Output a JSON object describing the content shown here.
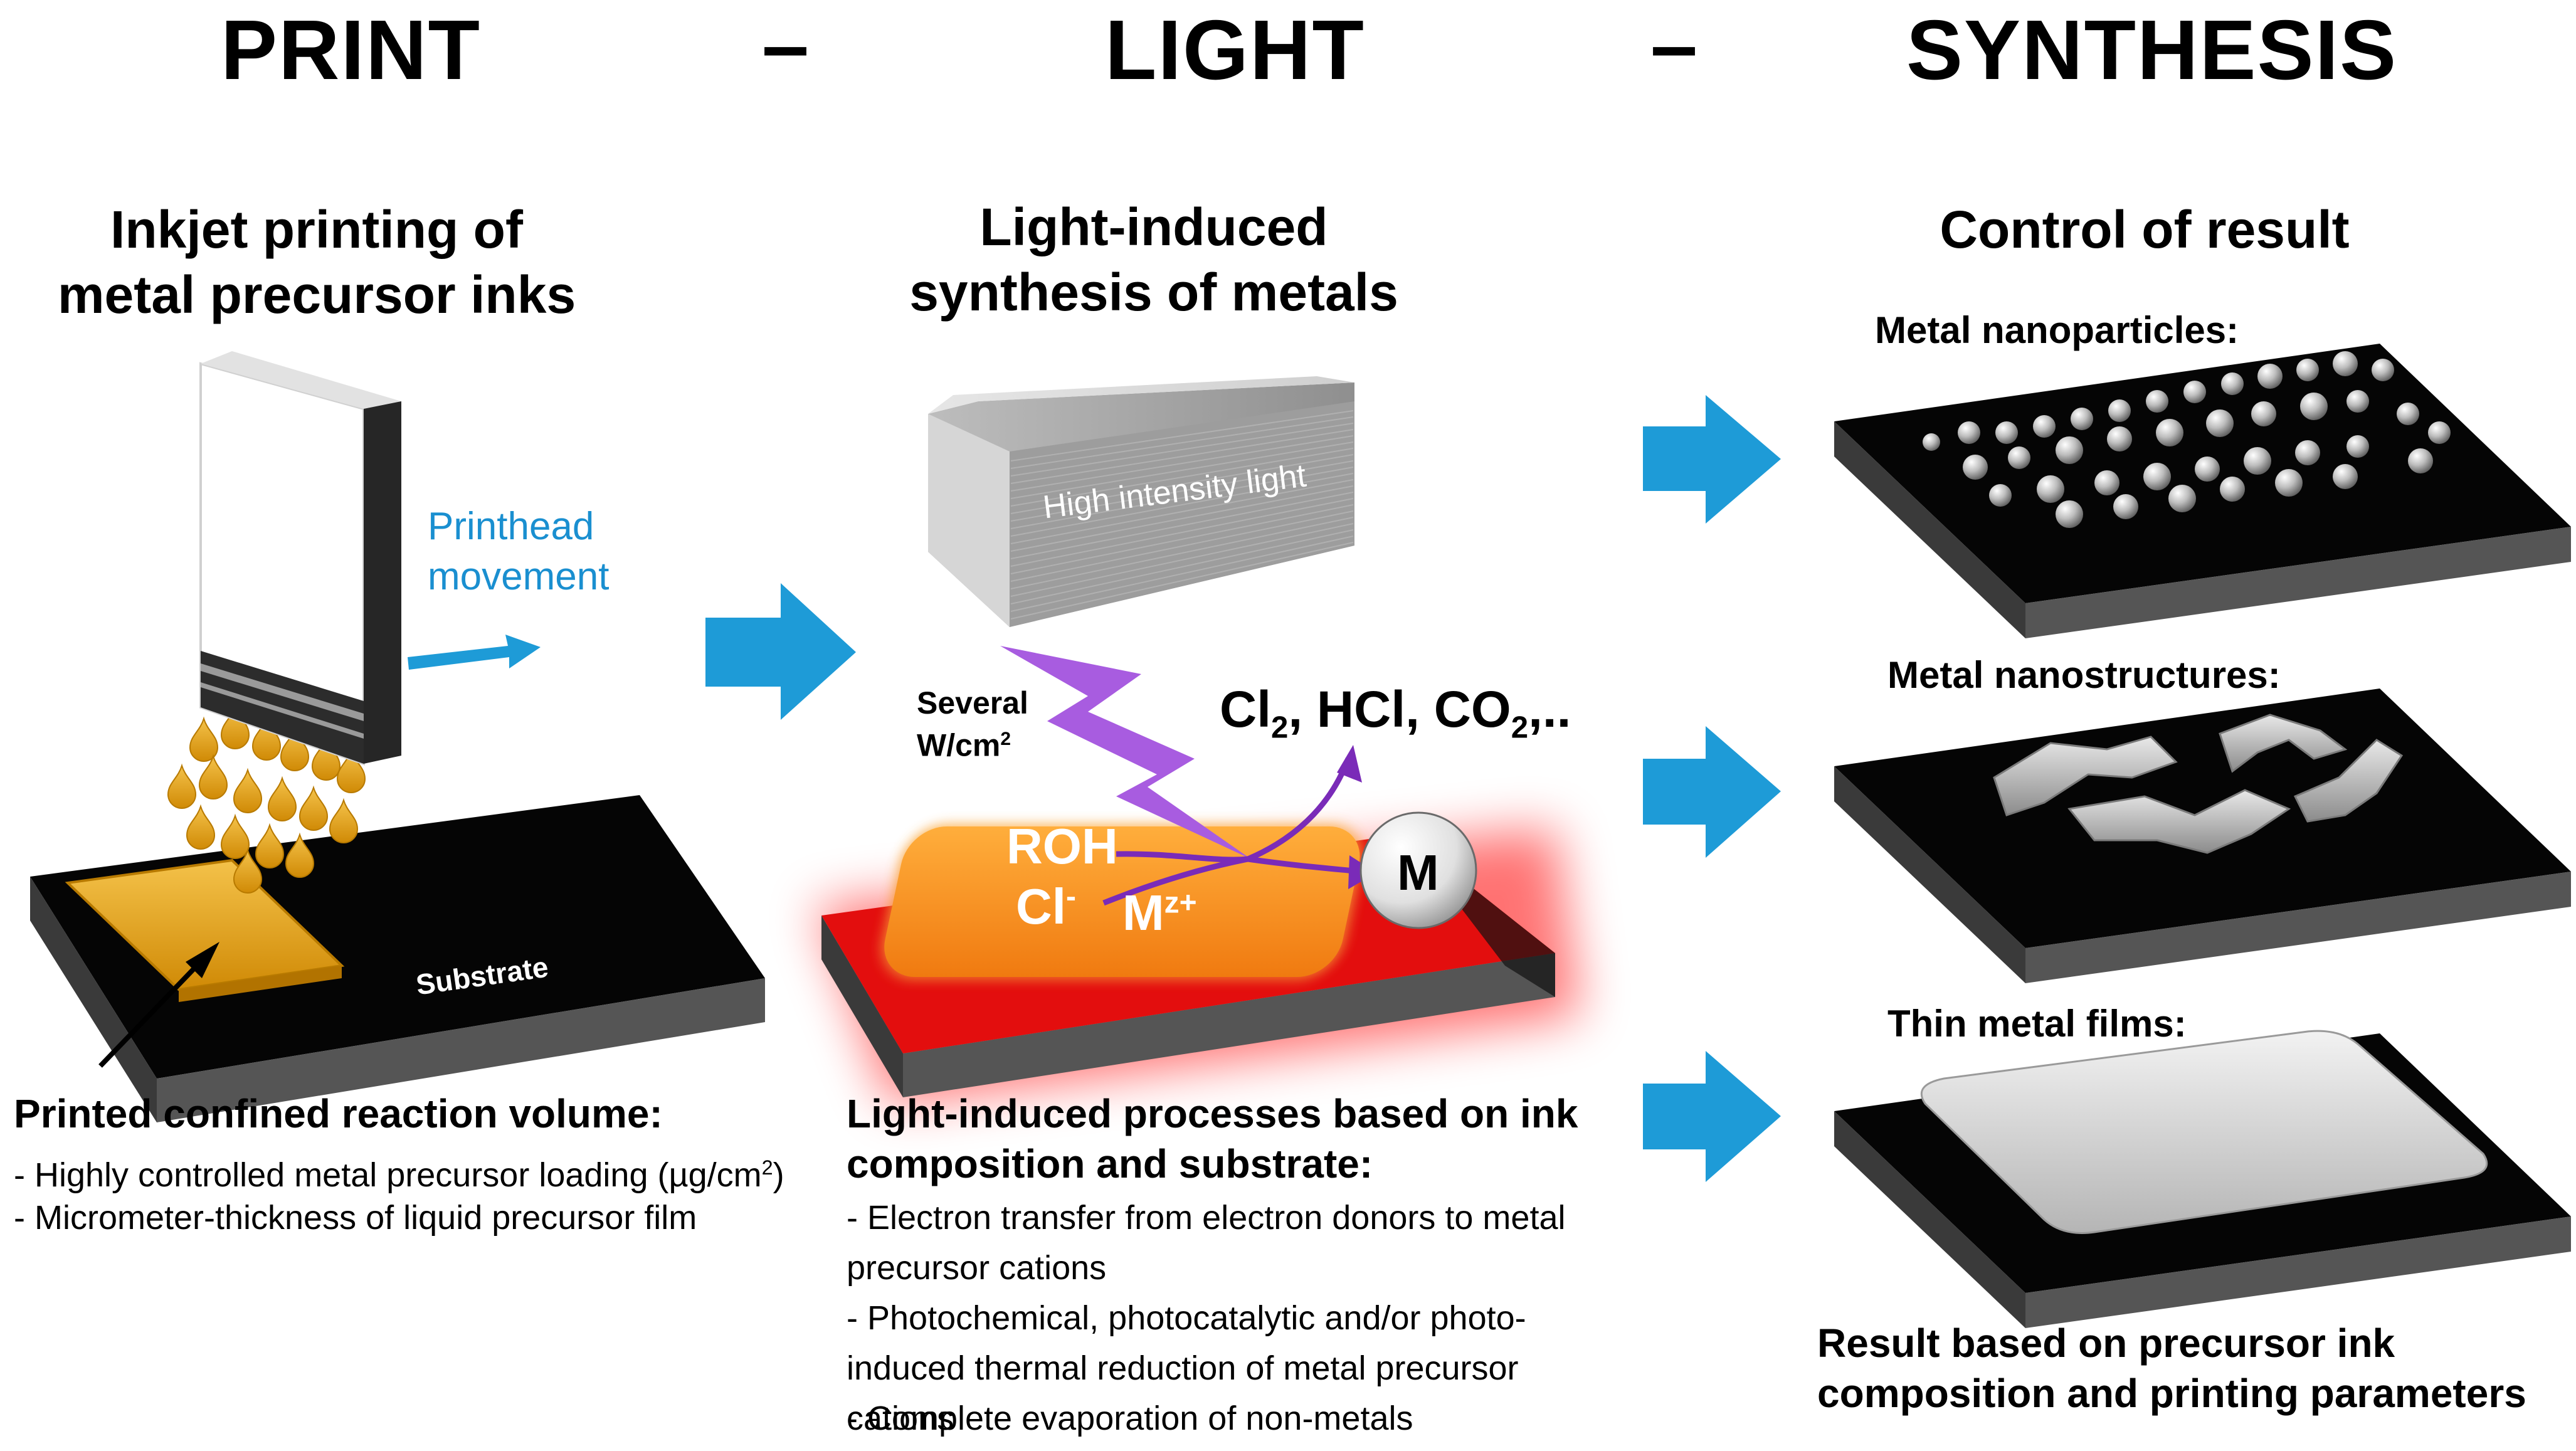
{
  "titles": {
    "print": "PRINT",
    "dash1": "–",
    "light": "LIGHT",
    "dash2": "–",
    "synthesis": "SYNTHESIS"
  },
  "panel_print": {
    "heading_line1": "Inkjet printing of",
    "heading_line2": "metal precursor inks",
    "printhead_label_line1": "Printhead",
    "printhead_label_line2": "movement",
    "substrate_label": "Substrate",
    "desc_heading": "Printed confined reaction volume:",
    "desc_line1_pre": "- Highly controlled metal precursor loading (µg/cm",
    "desc_line1_sup": "2",
    "desc_line1_post": ")",
    "desc_line2": "- Micrometer-thickness of liquid precursor film"
  },
  "panel_light": {
    "heading_line1": "Light-induced",
    "heading_line2": "synthesis of metals",
    "lamp_label": "High intensity light",
    "intensity_line1": "Several",
    "intensity_line2_pre": "W/cm",
    "intensity_line2_sup": "2",
    "byproducts_cl": "Cl",
    "byproducts_cl_sub": "2",
    "byproducts_mid": ", HCl, CO",
    "byproducts_co_sub": "2",
    "byproducts_post": ",..",
    "roh": "ROH",
    "cl_ion": "Cl",
    "cl_ion_sup": "-",
    "metal_ion": "M",
    "metal_ion_sup": "z+",
    "metal": "M",
    "desc_heading_line1": "Light-induced processes based on ink",
    "desc_heading_line2": "composition and substrate:",
    "desc_item1": "- Electron transfer from electron donors to metal precursor cations",
    "desc_item2": "- Photochemical, photocatalytic and/or photo-induced thermal reduction of metal precursor cations",
    "desc_item3": "- Complete evaporation of non-metals"
  },
  "panel_result": {
    "heading": "Control of result",
    "nanoparticles_label": "Metal nanoparticles:",
    "nanostructures_label": "Metal nanostructures:",
    "films_label": "Thin metal films:",
    "desc_line1": "Result based on precursor ink",
    "desc_line2": "composition and printing parameters"
  },
  "colors": {
    "arrow_blue": "#1e9bd7",
    "ink_gold": "#e7a614",
    "laser_red": "#e01010",
    "lightning_purple": "#a85ce0",
    "reaction_purple": "#7a2bb8",
    "printhead_blue": "#1a8fd0"
  }
}
